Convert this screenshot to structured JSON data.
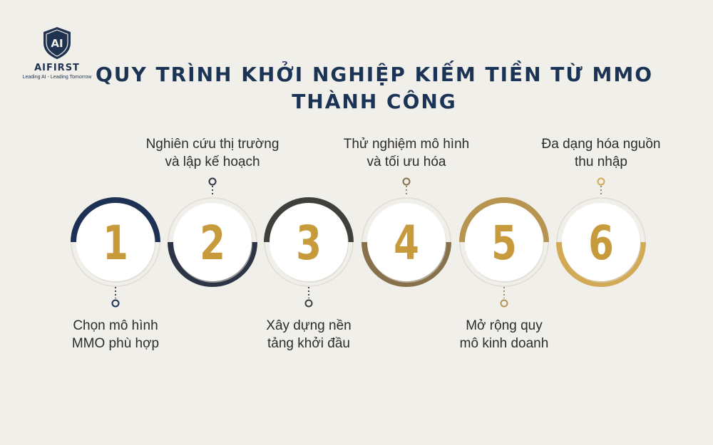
{
  "brand": {
    "logo_mark": "AI",
    "name": "AIFIRST",
    "tagline": "Leading AI - Leading Tomorrow",
    "color": "#1f3350"
  },
  "title": {
    "line1": "QUY TRÌNH KHỞI NGHIỆP KIẾM TIỀN TỪ MMO",
    "line2": "THÀNH CÔNG"
  },
  "steps": [
    {
      "number": "1",
      "label_line1": "Chọn mô hình",
      "label_line2": "MMO phù hợp",
      "label_position": "bottom",
      "arc_color": "#1c3153"
    },
    {
      "number": "2",
      "label_line1": "Nghiên cứu thị trường",
      "label_line2": "và lập kế hoạch",
      "label_position": "top",
      "arc_color": "#2c3445"
    },
    {
      "number": "3",
      "label_line1": "Xây dựng nền",
      "label_line2": "tảng khởi đầu",
      "label_position": "bottom",
      "arc_color": "#3f3f3c"
    },
    {
      "number": "4",
      "label_line1": "Thử nghiệm mô hình",
      "label_line2": "và tối ưu hóa",
      "label_position": "top",
      "arc_color": "#86714a"
    },
    {
      "number": "5",
      "label_line1": "Mở rộng quy",
      "label_line2": "mô kinh doanh",
      "label_position": "bottom",
      "arc_color": "#b79551"
    },
    {
      "number": "6",
      "label_line1": "Đa dạng hóa nguồn",
      "label_line2": "thu nhập",
      "label_position": "top",
      "arc_color": "#d2a954"
    }
  ],
  "colors": {
    "background": "#f1efea",
    "number_gold": "#c79a3c",
    "title_navy": "#1b3354"
  }
}
